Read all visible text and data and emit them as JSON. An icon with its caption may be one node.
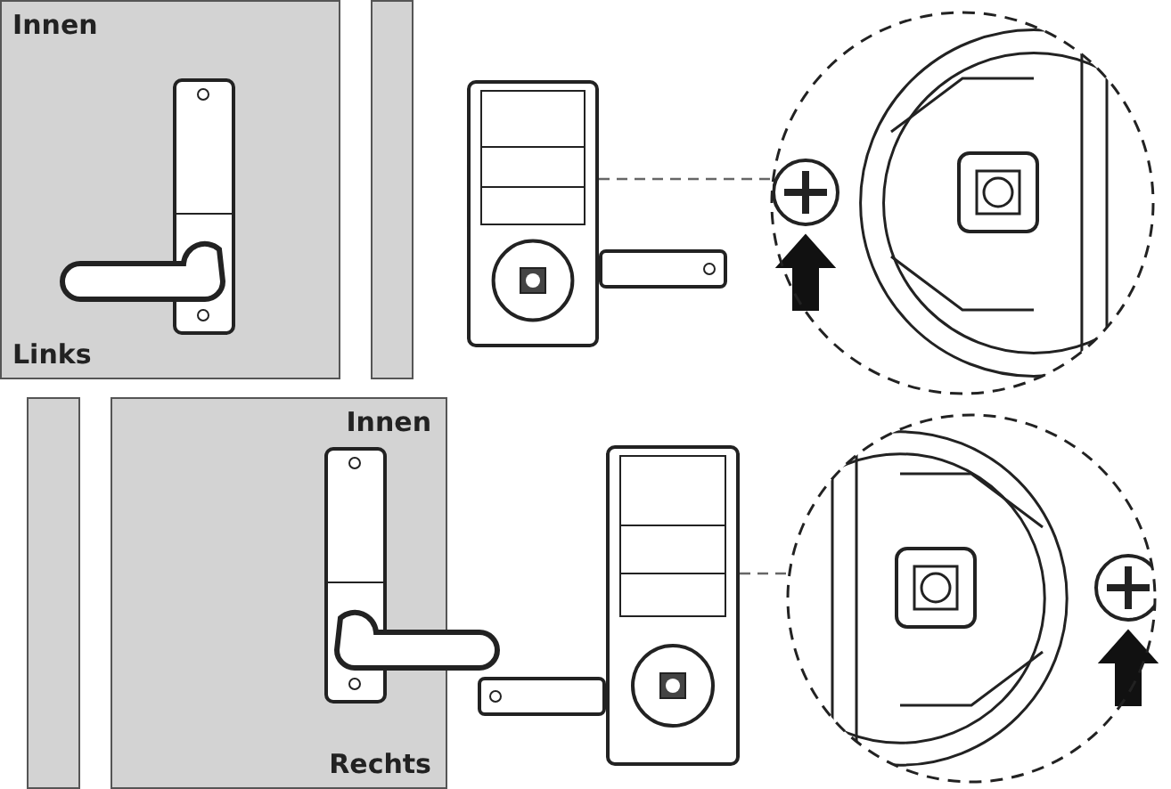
{
  "diagram": {
    "nodes": [
      {
        "text": [
          "Innen",
          "Links"
        ]
      },
      {
        "text": [
          "Innen",
          "Rechts"
        ]
      },
      {
        "text": [],
        "shape": "picture"
      },
      {
        "text": [],
        "shape": "circle"
      },
      {
        "text": [],
        "shape": "picture"
      },
      {
        "text": [],
        "shape": "circle"
      },
      {
        "text": [],
        "shape": "bar"
      },
      {
        "text": [],
        "shape": "bar"
      }
    ],
    "edges": [
      {
        "from": 2,
        "to": 3,
        "arrow": "none",
        "style": "dashed"
      },
      {
        "from": 4,
        "to": 5,
        "arrow": "none",
        "style": "dashed"
      }
    ]
  }
}
